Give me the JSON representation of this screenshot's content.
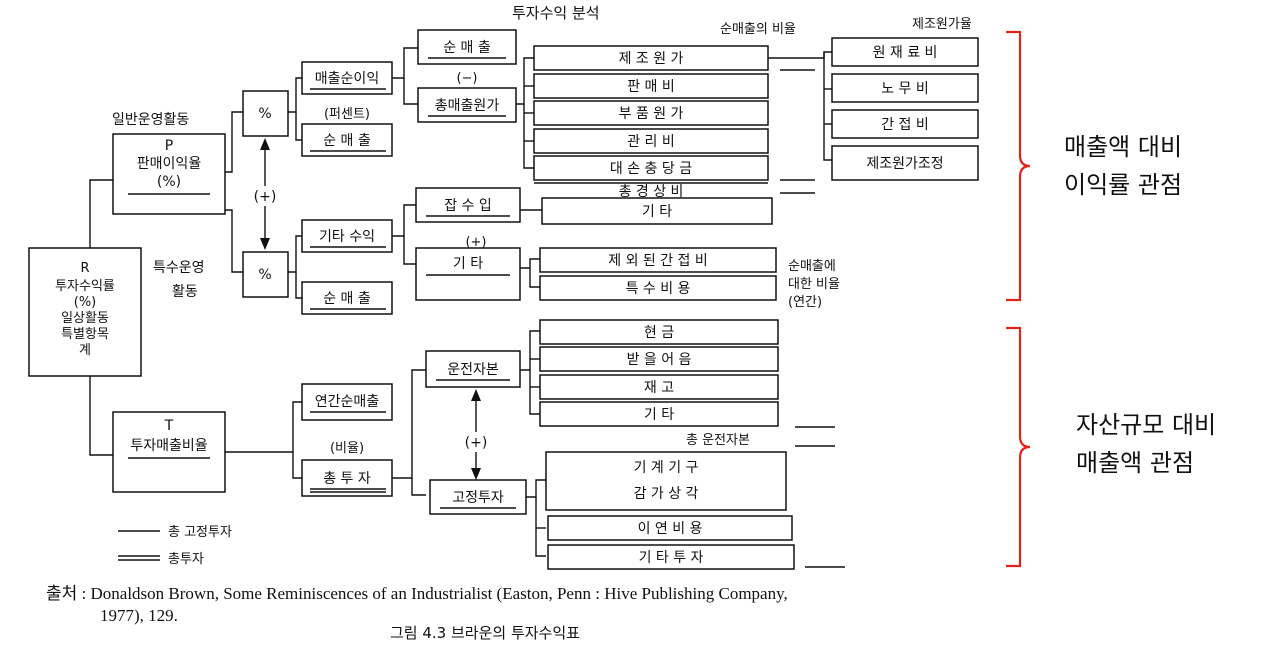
{
  "title": "투자수익 분석",
  "col_header_left": "순매출의 비율",
  "col_header_right": "제조원가율",
  "root": {
    "lines": [
      "R",
      "투자수익률",
      "(%)",
      "일상활동",
      "특별항목",
      "계"
    ]
  },
  "p_box": {
    "lines": [
      "P",
      "판매이익율",
      "(%)"
    ]
  },
  "t_box": {
    "lines": [
      "T",
      "투자매출비율"
    ]
  },
  "label_general": "일반운영활동",
  "label_special": [
    "특수운영",
    "활동"
  ],
  "pct": "%",
  "plus": "(+)",
  "minus": "(−)",
  "top": {
    "net_profit": "매출순이익",
    "percent_label": "(퍼센트)",
    "net_sales": "순 매 출",
    "sales": "순 매 출",
    "total_cost": "총매출원가",
    "cost_items": [
      "제 조 원 가",
      "판 매 비",
      "부 품 원 가",
      "관 리 비",
      "대 손 충 당 금"
    ],
    "total_expense": "총 경 상 비",
    "manufacturing": [
      "원 재 료 비",
      "노 무 비",
      "간 접 비",
      "제조원가조정"
    ]
  },
  "special": {
    "other_income": "기타 수익",
    "net_sales": "순 매 출",
    "misc_income": "잡 수 입",
    "misc_income_other": "기 타",
    "other": "기 타",
    "other_items": [
      "제 외 된 간 접 비",
      "특 수 비 용"
    ],
    "note": [
      "순매출에",
      "대한 비율",
      "(연간)"
    ]
  },
  "bottom": {
    "annual_sales": "연간순매출",
    "ratio": "(비율)",
    "total_investment": "총 투 자",
    "working_capital": "운전자본",
    "wc_items": [
      "현 금",
      "받 을 어 음",
      "재 고",
      "기 타"
    ],
    "total_wc": "총 운전자본",
    "fixed_investment": "고정투자",
    "fixed_items": [
      "기 계 기 구",
      "감 가 상 각",
      "이 연 비 용",
      "기 타 투 자"
    ]
  },
  "legend": {
    "single": "총 고정투자",
    "double": "총투자"
  },
  "annot_top": [
    "매출액 대비",
    "이익률 관점"
  ],
  "annot_bottom": [
    "자산규모 대비",
    "매출액 관점"
  ],
  "source": [
    "출처 : Donaldson Brown, Some Reminiscences of an Industrialist (Easton, Penn : Hive Publishing Company,",
    "1977), 129."
  ],
  "caption": "그림 4.3  브라운의 투자수익표"
}
